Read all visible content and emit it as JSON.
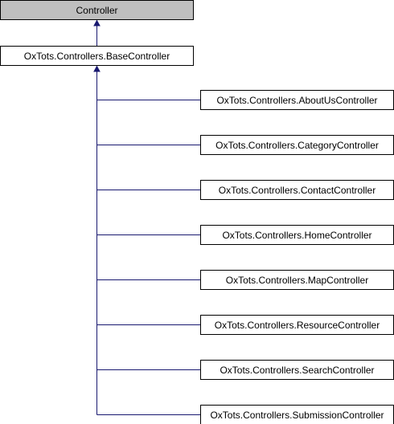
{
  "colors": {
    "root_fill": "#bfbfbf",
    "node_fill": "#ffffff",
    "border": "#000000",
    "edge": "#191970"
  },
  "diagram": {
    "root": {
      "label": "Controller"
    },
    "base": {
      "label": "OxTots.Controllers.BaseController"
    },
    "derived": [
      {
        "label": "OxTots.Controllers.AboutUsController"
      },
      {
        "label": "OxTots.Controllers.CategoryController"
      },
      {
        "label": "OxTots.Controllers.ContactController"
      },
      {
        "label": "OxTots.Controllers.HomeController"
      },
      {
        "label": "OxTots.Controllers.MapController"
      },
      {
        "label": "OxTots.Controllers.ResourceController"
      },
      {
        "label": "OxTots.Controllers.SearchController"
      },
      {
        "label": "OxTots.Controllers.SubmissionController"
      }
    ]
  }
}
